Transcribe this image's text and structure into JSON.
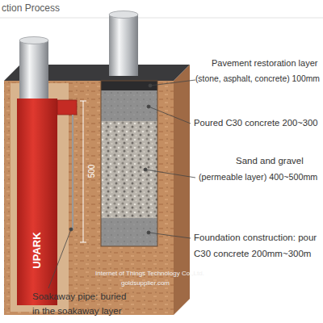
{
  "diagram": {
    "title": "ction Process",
    "labels": [
      "Pavement restoration layer",
      "(stone, asphalt, concrete) 100mm",
      "Poured C30 concrete 200~300",
      "Sand and gravel",
      "(permeable layer) 400~500mm",
      "Foundation construction: pour",
      "C30 concrete 200mm~300m",
      "500",
      "UPARK",
      "Soakaway pipe: buried",
      "in the soakaway layer",
      "Internet of Things Technology Co.,Ltd.",
      "goldsupplier.com"
    ]
  }
}
